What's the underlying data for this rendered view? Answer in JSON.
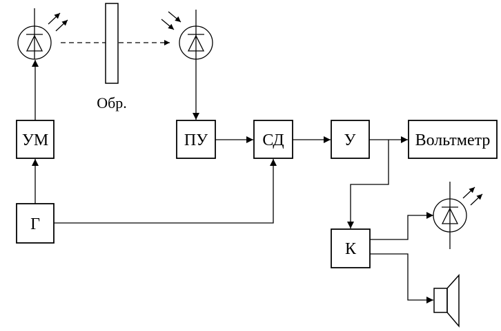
{
  "blocks": {
    "um": "УМ",
    "g": "Г",
    "pu": "ПУ",
    "sd": "СД",
    "u": "У",
    "voltmeter": "Вольтметр",
    "k": "К"
  },
  "sample_label": "Обр.",
  "colors": {
    "ink": "#000000",
    "background": "#ffffff"
  }
}
